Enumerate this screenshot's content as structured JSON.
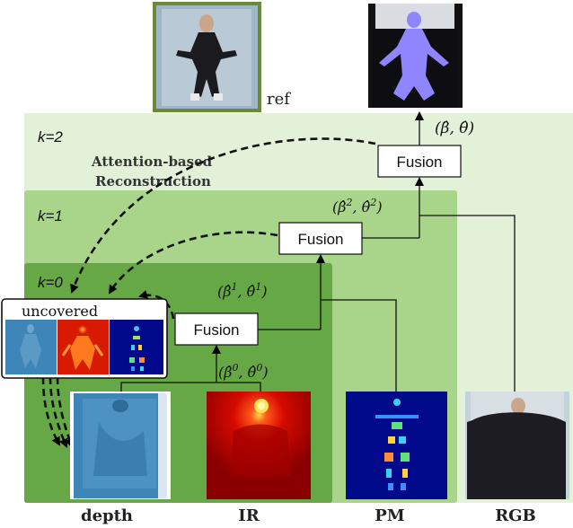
{
  "levels": {
    "k2": "k=2",
    "k1": "k=1",
    "k0": "k=0"
  },
  "fusion_label": "Fusion",
  "section_title": {
    "line1": "Attention-based",
    "line2": "Reconstruction"
  },
  "uncovered_label": "uncovered",
  "ref_label": "ref",
  "estimates": {
    "final": "(β̂, θ̂)",
    "k1_beta": "(β̂",
    "k1_sup": "2",
    "k1_theta": ", θ̂",
    "k0_beta": "(β̂",
    "k0_sup": "1",
    "k0_theta": ", θ̂",
    "base_beta": "(β̂",
    "base_sup": "0",
    "base_theta": ", θ̂"
  },
  "modalities": {
    "depth": "depth",
    "ir": "IR",
    "pm": "PM",
    "rgb": "RGB"
  },
  "colors": {
    "k2_bg": "#e3f1d8",
    "k1_bg": "#a9d58a",
    "k0_bg": "#66a845",
    "depth_blue": "#3f86b8",
    "ir_red": "#b00000",
    "pm_navy": "#000a8a",
    "rgb_dark": "#1c1c22",
    "mesh_purple": "#8f86ff"
  }
}
